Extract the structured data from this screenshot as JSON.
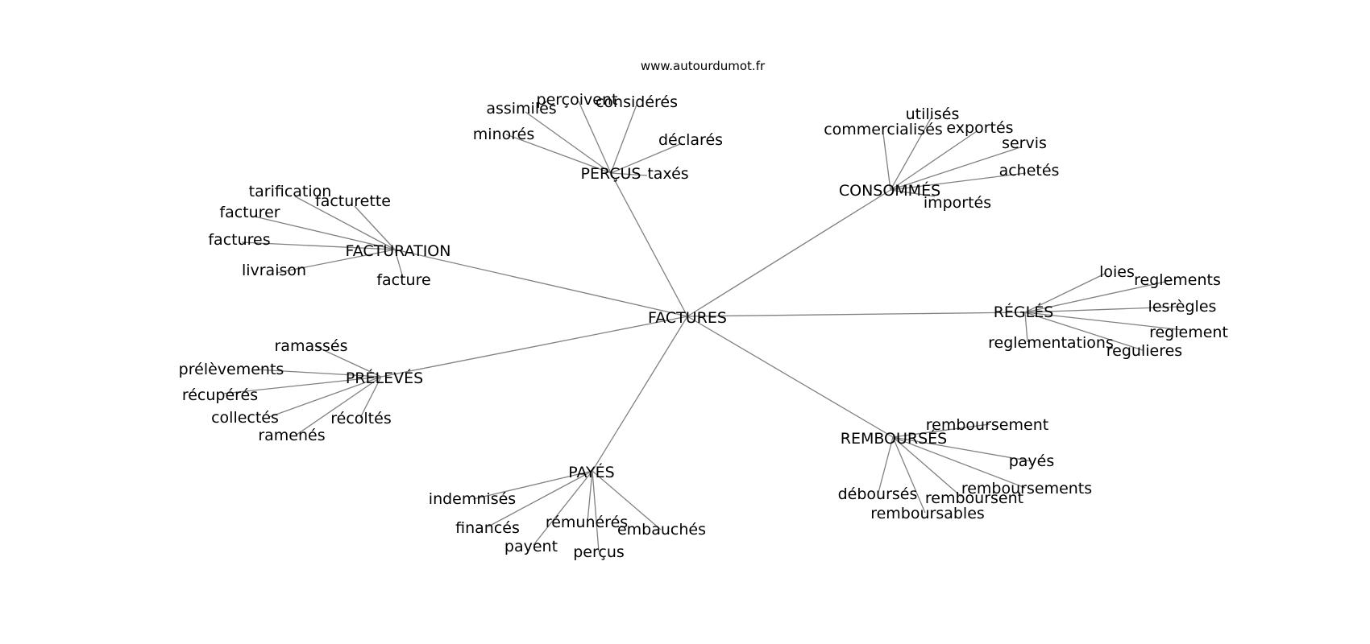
{
  "watermark": "www.autourdumot.fr",
  "center": {
    "label": "FACTURES"
  },
  "groups": [
    {
      "id": "facturation",
      "label": "FACTURATION",
      "words": [
        "tarification",
        "facturette",
        "facturer",
        "factures",
        "livraison",
        "facture"
      ]
    },
    {
      "id": "percus",
      "label": "PERÇUS",
      "words": [
        "assimilés",
        "perçoivent",
        "considérés",
        "minorés",
        "déclarés",
        "taxés"
      ]
    },
    {
      "id": "consommes",
      "label": "CONSOMMÉS",
      "words": [
        "commercialisés",
        "utilisés",
        "exportés",
        "servis",
        "achetés",
        "importés"
      ]
    },
    {
      "id": "regles",
      "label": "RÉGLÉS",
      "words": [
        "loies",
        "reglements",
        "lesrègles",
        "reglement",
        "reglementations",
        "regulieres"
      ]
    },
    {
      "id": "rembourses",
      "label": "REMBOURSÉS",
      "words": [
        "remboursement",
        "payés",
        "remboursements",
        "déboursés",
        "remboursent",
        "remboursables"
      ]
    },
    {
      "id": "payes",
      "label": "PAYÉS",
      "words": [
        "indemnisés",
        "financés",
        "rémunérés",
        "embauchés",
        "payent",
        "perçus"
      ]
    },
    {
      "id": "preleves",
      "label": "PRÉLEVÉS",
      "words": [
        "ramassés",
        "prélèvements",
        "récupérés",
        "collectés",
        "ramenés",
        "récoltés"
      ]
    }
  ]
}
